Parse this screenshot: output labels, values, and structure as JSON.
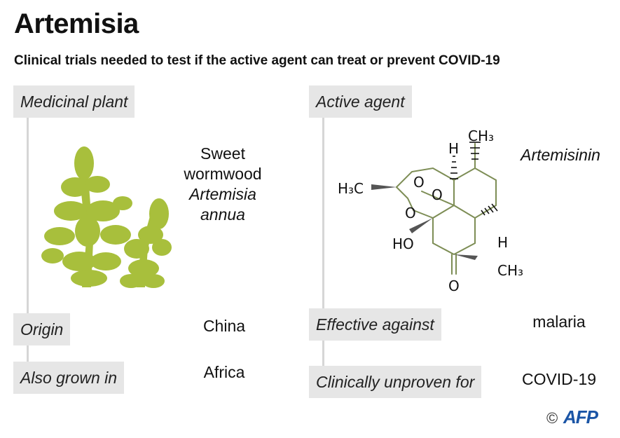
{
  "header": {
    "title": "Artemisia",
    "subtitle": "Clinical trials needed to test if the active agent can treat or prevent COVID-19"
  },
  "left": {
    "plant_label": "Medicinal plant",
    "plant_name": [
      "Sweet",
      "wormwood"
    ],
    "plant_latin": [
      "Artemisia",
      "annua"
    ],
    "origin_label": "Origin",
    "origin_value": "China",
    "grown_label": "Also grown in",
    "grown_value": "Africa"
  },
  "right": {
    "agent_label": "Active agent",
    "agent_name": "Artemisinin",
    "effective_label": "Effective against",
    "effective_value": "malaria",
    "unproven_label": "Clinically unproven for",
    "unproven_value": "COVID-19"
  },
  "molecule": {
    "ch3_top": "CH₃",
    "h_top": "H",
    "h3c": "H₃C",
    "o1": "O",
    "o2": "O",
    "o3": "O",
    "ho": "HO",
    "h_right": "H",
    "ch3_bottom": "CH₃",
    "o_ketone": "O"
  },
  "footer": {
    "copyright": "©",
    "logo": "AFP"
  },
  "colors": {
    "plant": "#a8bf3c",
    "bond": "#7d8d55",
    "label_bg": "#e6e6e6",
    "line": "#d6d6d6"
  }
}
